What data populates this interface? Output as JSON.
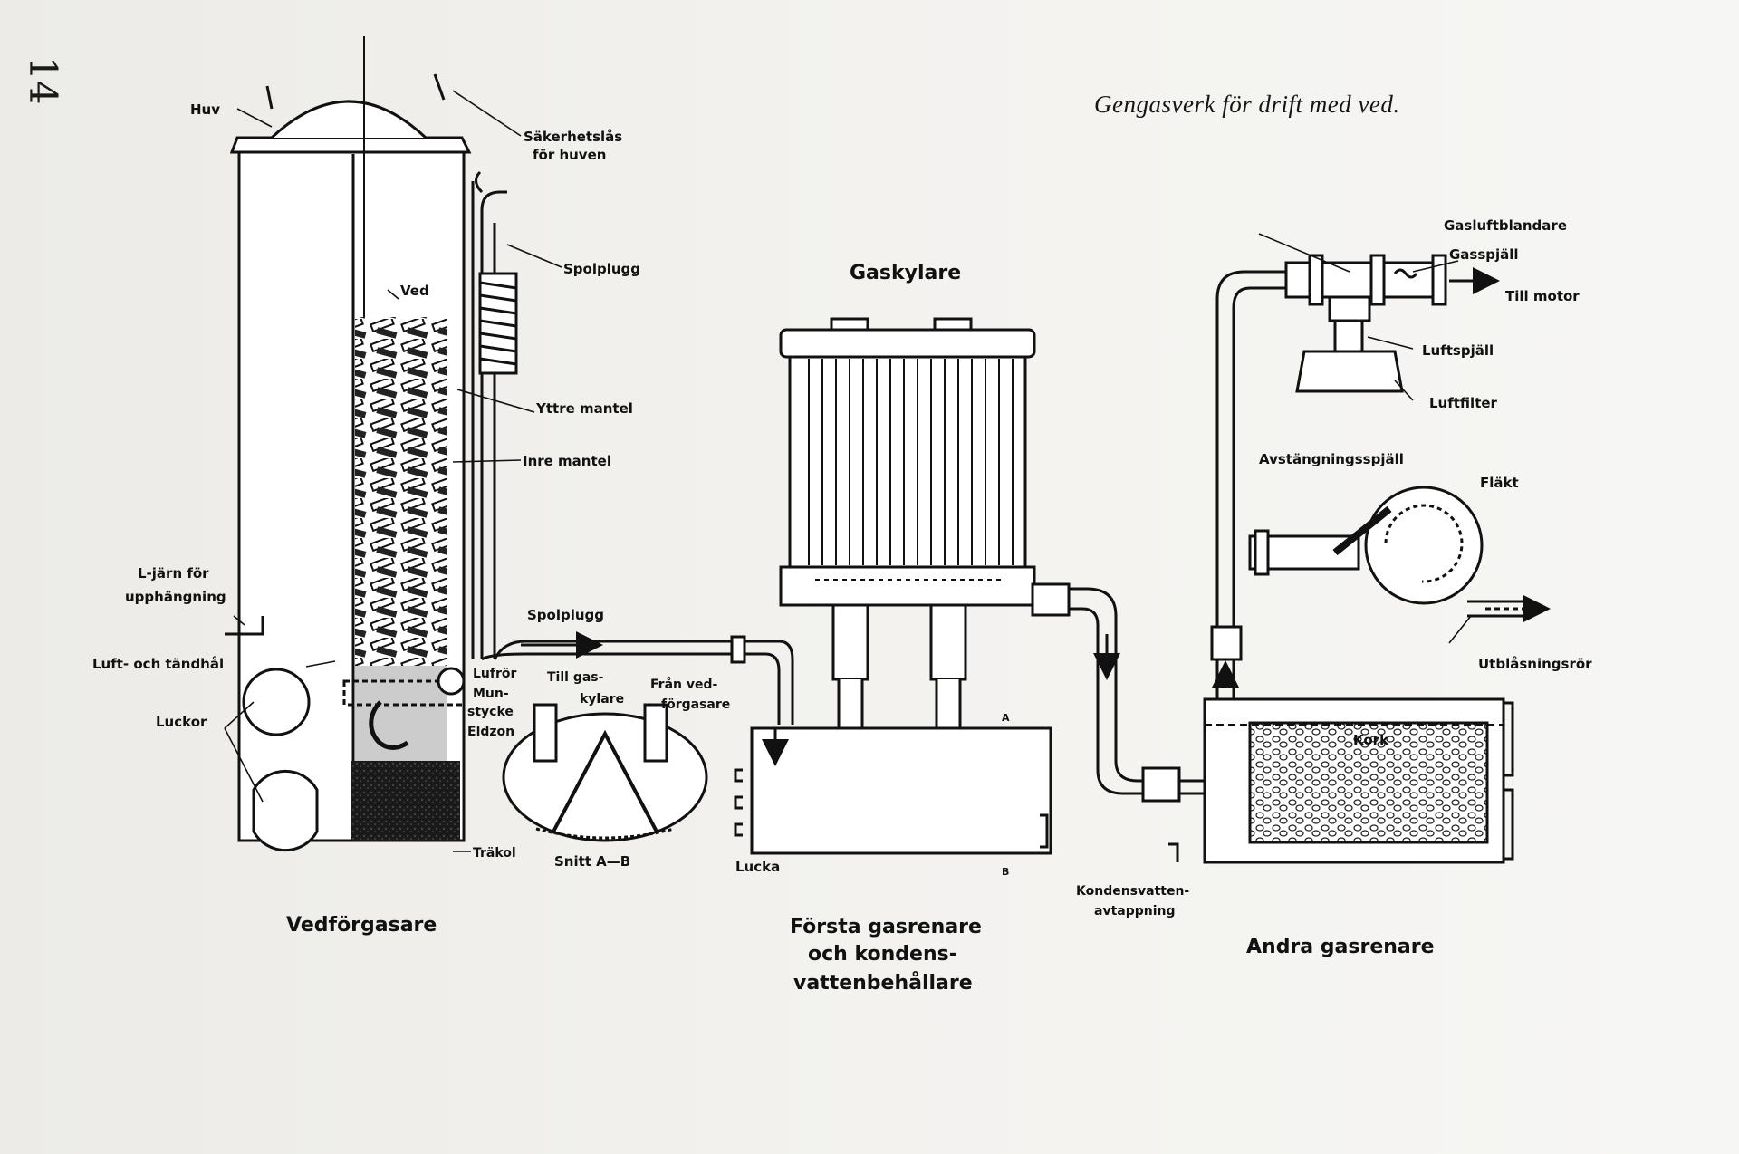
{
  "page": {
    "number": "14",
    "caption": "Gengasverk för drift med ved."
  },
  "labels": {
    "huv": "Huv",
    "sakerhetslas_1": "Säkerhetslås",
    "sakerhetslas_2": "för huven",
    "ved": "Ved",
    "spolplugg_top": "Spolplugg",
    "yttre_mantel": "Yttre mantel",
    "inre_mantel": "Inre mantel",
    "ljarn_1": "L-järn för",
    "ljarn_2": "upphängning",
    "spolplugg_bottom": "Spolplugg",
    "luft_tandhal": "Luft- och tändhål",
    "luftror": "Lufrör",
    "munstycke_1": "Mun-",
    "munstycke_2": "stycke",
    "eldzon": "Eldzon",
    "luckor": "Luckor",
    "trakol": "Träkol",
    "till_gaskylare_1": "Till gas-",
    "till_gaskylare_2": "kylare",
    "fran_vedforgasare_1": "Från ved-",
    "fran_vedforgasare_2": "förgasare",
    "snitt": "Snitt A—B",
    "lucka": "Lucka",
    "gaskylare": "Gaskylare",
    "gasluftblandare": "Gasluftblandare",
    "gasspjall": "Gasspjäll",
    "till_motor": "Till motor",
    "luftspjall": "Luftspjäll",
    "luftfilter": "Luftfilter",
    "avstangningsspjall": "Avstängningsspjäll",
    "flakt": "Fläkt",
    "utblasningsror": "Utblåsningsrör",
    "kork": "Kork",
    "kondensvatten_1": "Kondensvatten-",
    "kondensvatten_2": "avtappning",
    "marker_a": "A",
    "marker_b": "B"
  },
  "titles": {
    "vedforgasare": "Vedförgasare",
    "forsta_1": "Första gasrenare",
    "forsta_2": "och kondens-",
    "forsta_3": "vattenbehållare",
    "andra": "Andra gasrenare"
  },
  "colors": {
    "ink": "#111111",
    "paper": "#f2f1ee"
  }
}
